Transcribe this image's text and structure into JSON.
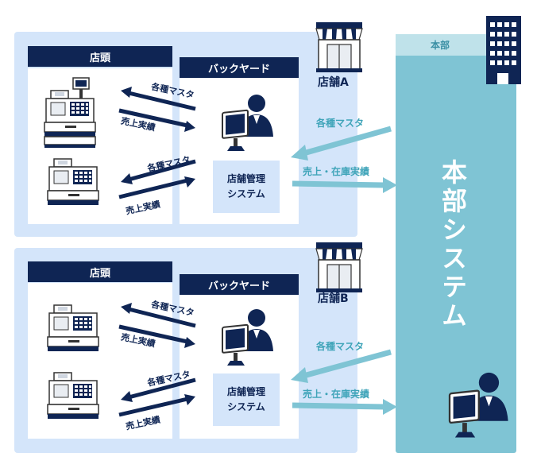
{
  "stores": [
    {
      "name": "店舗A",
      "front_label": "店頭",
      "back_label": "バックヤード",
      "system_line1": "店舗管理",
      "system_line2": "システム",
      "pos_flows": [
        {
          "upper": "各種マスタ",
          "lower": "売上実績"
        },
        {
          "upper": "各種マスタ",
          "lower": "売上実績"
        }
      ],
      "to_store": "各種マスタ",
      "to_hq": "売上・在庫実績"
    },
    {
      "name": "店舗B",
      "front_label": "店頭",
      "back_label": "バックヤード",
      "system_line1": "店舗管理",
      "system_line2": "システム",
      "pos_flows": [
        {
          "upper": "各種マスタ",
          "lower": "売上実績"
        },
        {
          "upper": "各種マスタ",
          "lower": "売上実績"
        }
      ],
      "to_store": "各種マスタ",
      "to_hq": "売上・在庫実績"
    }
  ],
  "hq": {
    "label": "本部",
    "system_title": "本部システム"
  },
  "colors": {
    "navy": "#0f2554",
    "store_panel": "#d4e5fa",
    "hq_column": "#7fc4d4",
    "hq_band": "#bfe2ea",
    "teal_arrow": "#7fc4d4"
  }
}
